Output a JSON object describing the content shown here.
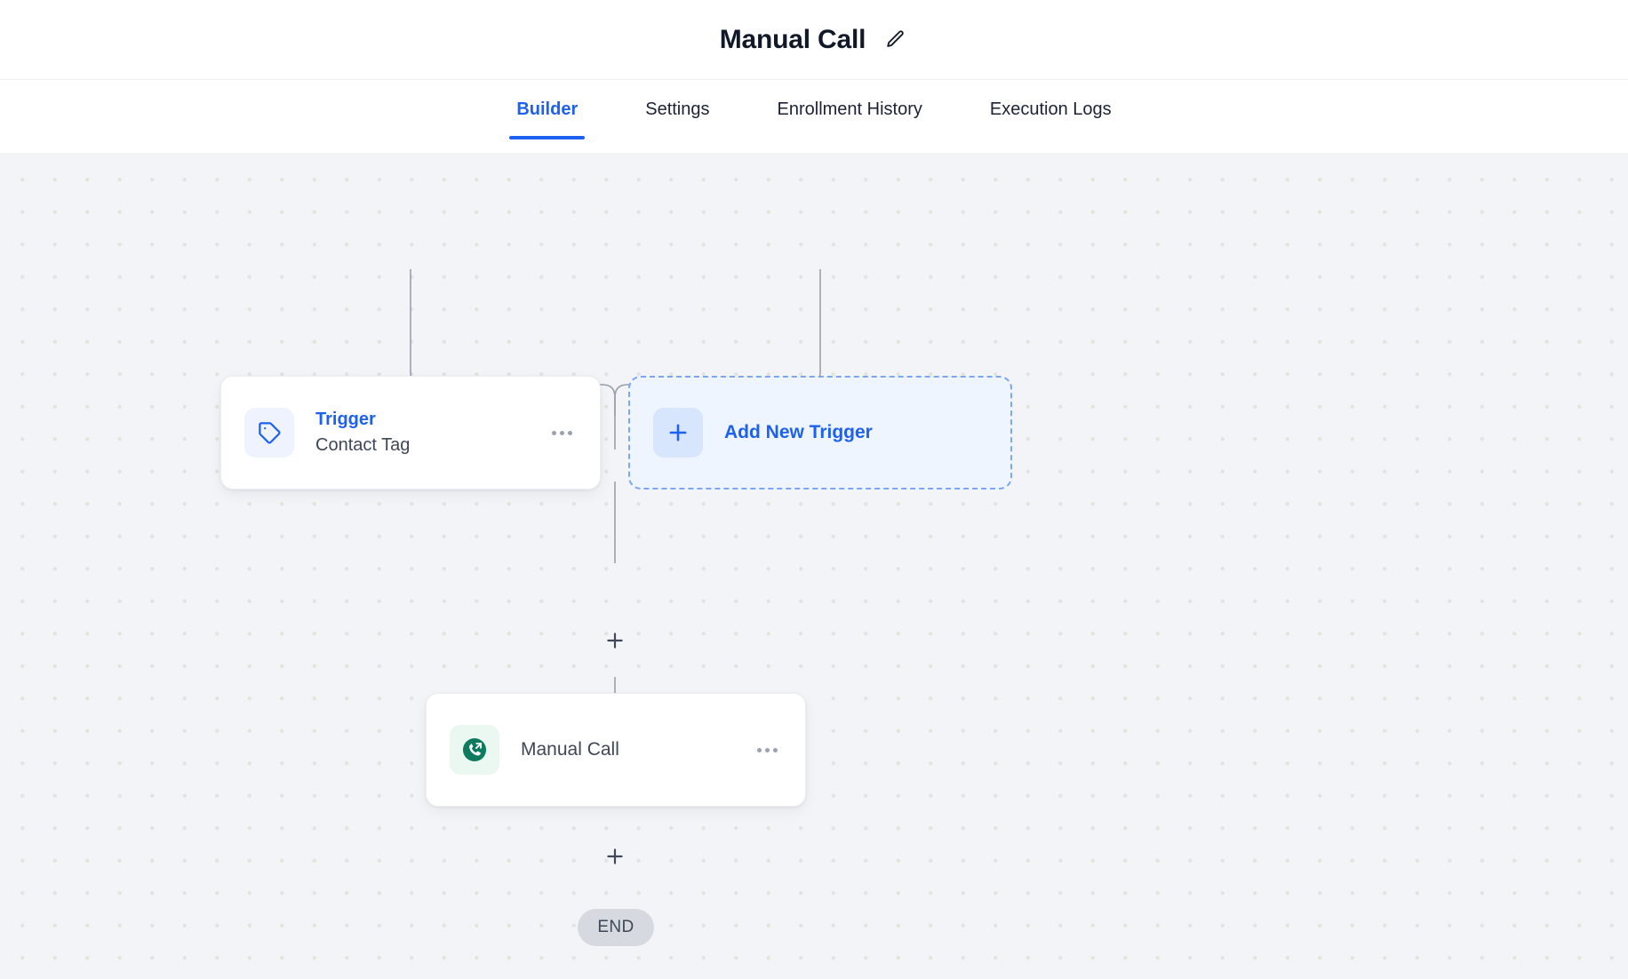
{
  "header": {
    "title": "Manual Call",
    "edit_icon": "pencil-icon"
  },
  "tabs": [
    {
      "label": "Builder",
      "active": true
    },
    {
      "label": "Settings",
      "active": false
    },
    {
      "label": "Enrollment History",
      "active": false
    },
    {
      "label": "Execution Logs",
      "active": false
    }
  ],
  "canvas": {
    "background_color": "#f2f4f7",
    "dot_color": "#e2e4e0",
    "connector_color": "#9aa0aa"
  },
  "nodes": {
    "trigger": {
      "kicker": "Trigger",
      "subtitle": "Contact Tag",
      "icon": "tag-icon",
      "icon_color": "#1d61f2",
      "icon_bg": "#eef3fe",
      "menu_icon": "more-horizontal-icon"
    },
    "add_trigger": {
      "label": "Add New Trigger",
      "icon": "plus-icon",
      "accent_color": "#1d61f2",
      "bg_color": "#eff5ff",
      "border_color": "#7ba5f5"
    },
    "action": {
      "label": "Manual Call",
      "icon": "outgoing-call-icon",
      "icon_color": "#0e7a5f",
      "icon_bg": "#eaf8f1",
      "menu_icon": "more-horizontal-icon"
    },
    "end": {
      "label": "END",
      "bg_color": "#d6d9e0"
    }
  },
  "handles": {
    "add_step_upper": "plus-icon",
    "add_step_lower": "plus-icon"
  }
}
